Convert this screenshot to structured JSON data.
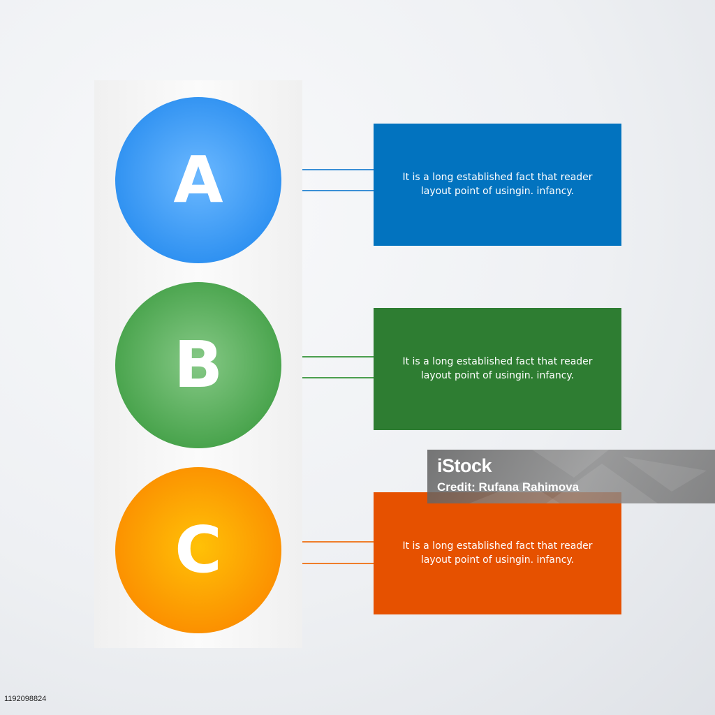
{
  "items": [
    {
      "letter": "A",
      "text": "It is a long established fact that reader layout point of usingin. infancy.",
      "circle_light": "#6bb8ff",
      "circle_dark": "#2a8ef0",
      "box_color": "#0273bf",
      "line_color": "#3a8fd6"
    },
    {
      "letter": "B",
      "text": "It is a long established fact that reader layout point of usingin. infancy.",
      "circle_light": "#86c986",
      "circle_dark": "#43a047",
      "box_color": "#2e7d32",
      "line_color": "#4a9e4e"
    },
    {
      "letter": "C",
      "text": "It is a long established fact that reader layout point of usingin. infancy.",
      "circle_light": "#ffc107",
      "circle_dark": "#fb8c00",
      "box_color": "#e65100",
      "line_color": "#ef7d2a"
    }
  ],
  "watermark": {
    "logo": "iStock",
    "credit": "Credit: Rufana Rahimova"
  },
  "stock_id": "1192098824"
}
